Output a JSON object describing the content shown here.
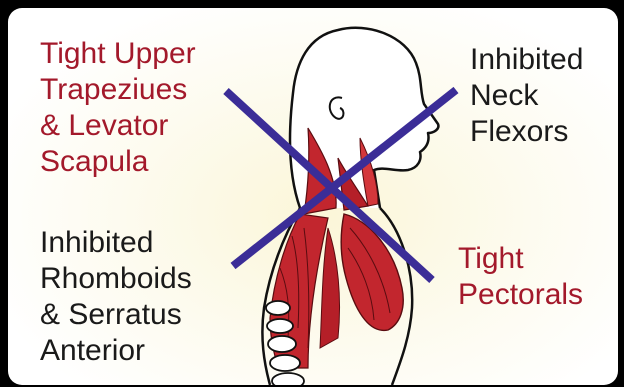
{
  "colors": {
    "tight": "#a3192b",
    "inhibited": "#1a1a1a",
    "cross": "#3b2d97",
    "muscle": "#c2262e",
    "background": "#fdfbef"
  },
  "labels": {
    "upper_trapezius": [
      "Tight Upper",
      "Trapeziues",
      "& Levator",
      "Scapula"
    ],
    "neck_flexors": [
      "Inhibited",
      "Neck",
      "Flexors"
    ],
    "rhomboids_serratus": [
      "Inhibited",
      "Rhomboids",
      "& Serratus",
      "Anterior"
    ],
    "pectorals": [
      "Tight",
      "Pectorals"
    ]
  }
}
